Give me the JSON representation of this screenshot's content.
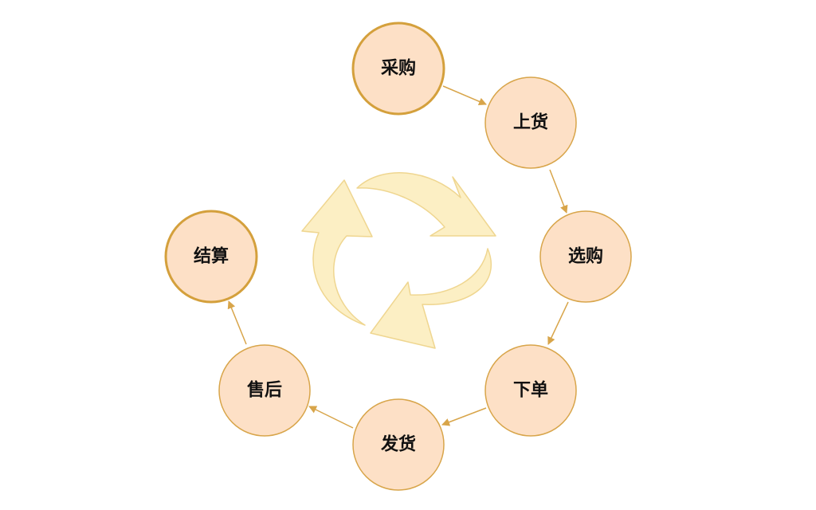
{
  "colors": {
    "node_fill": "#fde0c6",
    "node_stroke": "#d8a54a",
    "node_stroke_emphasis": "#d4a03c",
    "connector": "#d8a54a",
    "cycle_arrow_fill": "#fcefc4",
    "cycle_arrow_stroke": "#efd690"
  },
  "nodes": [
    {
      "id": "purchase",
      "label": "采购"
    },
    {
      "id": "shelve",
      "label": "上货"
    },
    {
      "id": "select",
      "label": "选购"
    },
    {
      "id": "order",
      "label": "下单"
    },
    {
      "id": "ship",
      "label": "发货"
    },
    {
      "id": "aftersale",
      "label": "售后"
    },
    {
      "id": "settle",
      "label": "结算"
    }
  ],
  "flow": [
    {
      "from": "purchase",
      "to": "shelve"
    },
    {
      "from": "shelve",
      "to": "select"
    },
    {
      "from": "select",
      "to": "order"
    },
    {
      "from": "order",
      "to": "ship"
    },
    {
      "from": "ship",
      "to": "aftersale"
    },
    {
      "from": "aftersale",
      "to": "settle"
    }
  ]
}
